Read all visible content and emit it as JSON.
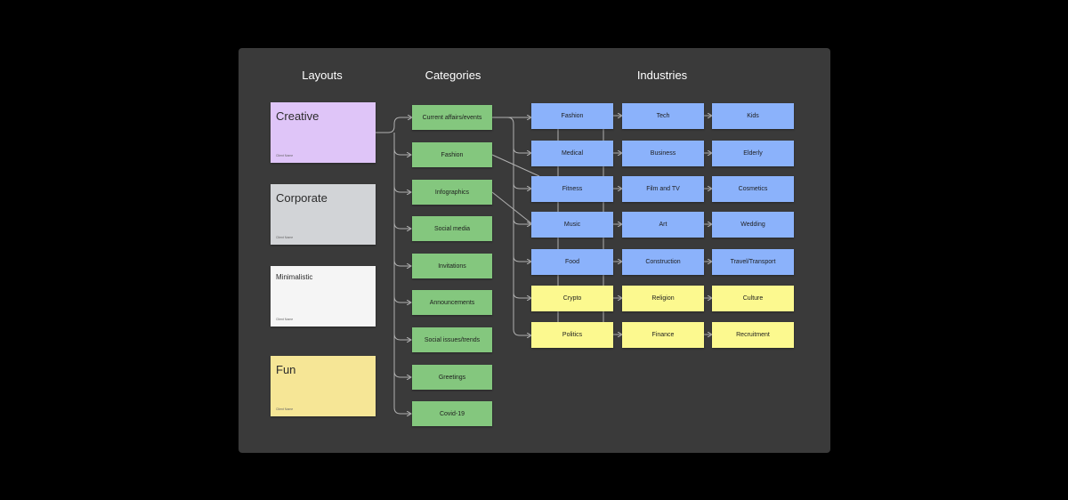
{
  "headings": {
    "layouts": "Layouts",
    "categories": "Categories",
    "industries": "Industries"
  },
  "colors": {
    "board": "#3a3a3a",
    "purple": "#dfc5f8",
    "gray": "#d2d4d7",
    "white": "#f5f5f5",
    "yellow_card": "#f6e696",
    "green": "#84c77e",
    "blue": "#8bb2fb",
    "yellow": "#fcf98f",
    "connector": "#b0b0b0"
  },
  "layouts": [
    {
      "title": "Creative",
      "caption": "Client Name",
      "color": "purple"
    },
    {
      "title": "Corporate",
      "caption": "Client Name",
      "color": "gray"
    },
    {
      "title": "Minimalistic",
      "caption": "Client Name",
      "color": "white"
    },
    {
      "title": "Fun",
      "caption": "Client Name",
      "color": "yellow_card"
    }
  ],
  "categories": [
    "Current affairs/events",
    "Fashion",
    "Infographics",
    "Social media",
    "Invitations",
    "Announcements",
    "Social issues/trends",
    "Greetings",
    "Covid-19"
  ],
  "industries": [
    [
      "Fashion",
      "Tech",
      "Kids"
    ],
    [
      "Medical",
      "Business",
      "Elderly"
    ],
    [
      "Fitness",
      "Film and TV",
      "Cosmetics"
    ],
    [
      "Music",
      "Art",
      "Wedding"
    ],
    [
      "Food",
      "Construction",
      "Travel/Transport"
    ],
    [
      "Crypto",
      "Religion",
      "Culture"
    ],
    [
      "Politics",
      "Finance",
      "Recruitment"
    ]
  ]
}
